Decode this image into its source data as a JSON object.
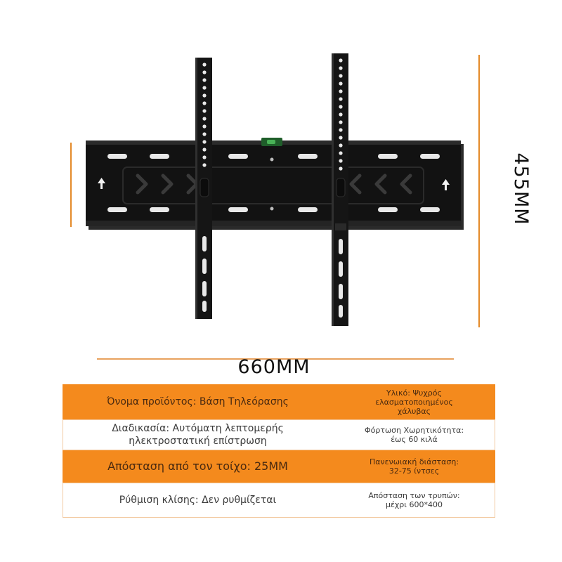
{
  "product_image": {
    "subject": "tv-wall-mount-bracket"
  },
  "dimensions": {
    "width_label": "660MM",
    "height_label": "455MM",
    "line_color": "#e48a28"
  },
  "specs": {
    "accent_color": "#f48a1d",
    "rows": [
      {
        "left": "Όνομα προϊόντος: Βάση Τηλεόρασης",
        "right": "Υλικό: Ψυχρός\nελασματοποιημένος\nχάλυβας"
      },
      {
        "left": "Διαδικασία: Αυτόματη λεπτομερής\nηλεκτροστατική επίστρωση",
        "right": "Φόρτωση Χωρητικότητα:\nέως 60 κιλά"
      },
      {
        "left": "Απόσταση από τον τοίχο: 25MM",
        "right": "Πανενωιακή διάσταση:\n32-75 ίντσες"
      },
      {
        "left": "Ρύθμιση κλίσης: Δεν ρυθμίζεται",
        "right": "Απόσταση των τρυπών:\nμέχρι 600*400"
      }
    ]
  }
}
